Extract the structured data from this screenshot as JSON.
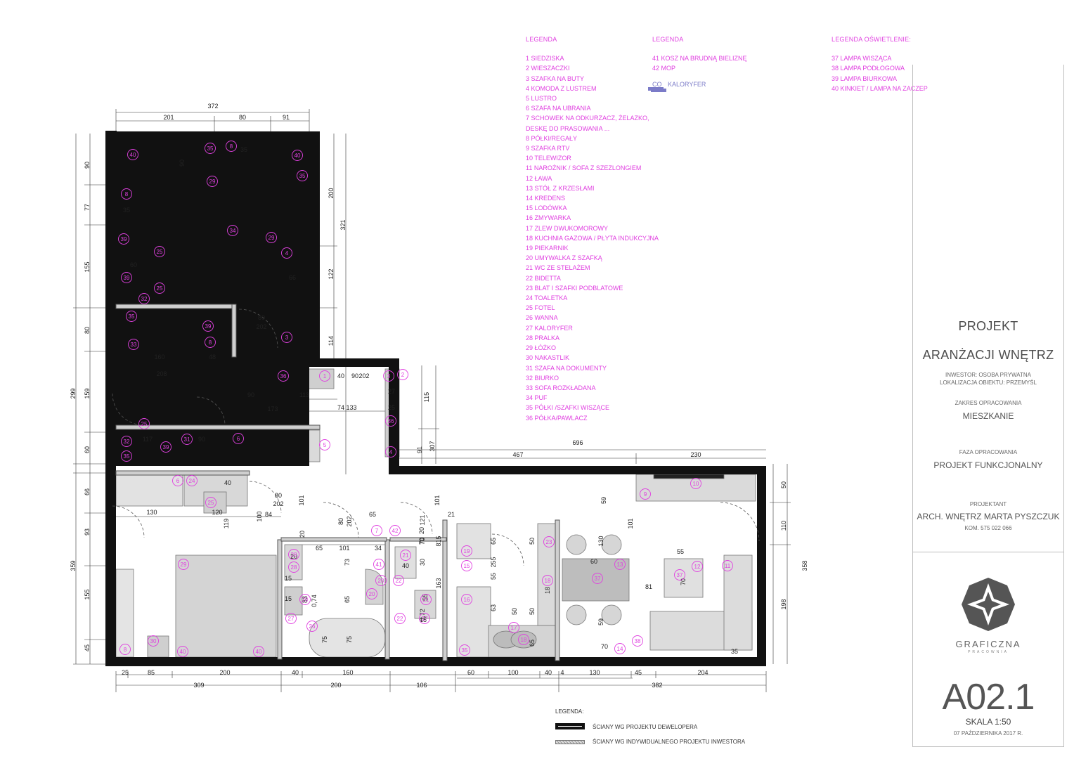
{
  "legend_rooms": {
    "heading": "LEGENDA",
    "items": [
      "1   SIEDZISKA",
      "2   WIESZACZKI",
      "3   SZAFKA NA BUTY",
      "4   KOMODA Z LUSTREM",
      "5   LUSTRO",
      "6   SZAFA NA UBRANIA",
      "7   SCHOWEK NA ODKURZACZ, ŻELAZKO,",
      "     DESKĘ DO PRASOWANIA ...",
      "8   PÓŁKI/REGAŁY",
      "9   SZAFKA RTV",
      "10 TELEWIZOR",
      "11 NAROŻNIK / SOFA Z SZEZLONGIEM",
      "12 ŁAWA",
      "13 STÓŁ Z KRZESŁAMI",
      "14 KREDENS",
      "15 LODÓWKA",
      "16 ZMYWARKA",
      "17 ZLEW DWUKOMOROWY",
      "18 KUCHNIA GAZOWA / PŁYTA INDUKCYJNA",
      "19 PIEKARNIK",
      "20 UMYWALKA Z SZAFKĄ",
      "21 WC ZE STELAŻEM",
      "22 BIDETTA",
      "23 BLAT I SZAFKI PODBLATOWE",
      "24 TOALETKA",
      "25 FOTEL",
      "26 WANNA",
      "27 KALORYFER",
      "28 PRALKA",
      "29 ŁÓŻKO",
      "30 NAKASTLIK",
      "31 SZAFA NA DOKUMENTY",
      "32 BIURKO",
      "33 SOFA ROZKŁADANA",
      "34 PUF",
      "35 PÓŁKI /SZAFKI WISZĄCE",
      "36 PÓŁKA/PAWLACZ"
    ]
  },
  "legend_extra": {
    "heading": "LEGENDA",
    "items": [
      "41  KOSZ NA BRUDNĄ BIELIZNĘ",
      "42  MOP"
    ],
    "co_code": "CO",
    "co_label": "KALORYFER"
  },
  "legend_lighting": {
    "heading": "LEGENDA OŚWIETLENIE:",
    "items": [
      "37 LAMPA WISZĄCA",
      "38 LAMPA PODŁOGOWA",
      "39 LAMPA BIURKOWA",
      "40 KINKIET / LAMPA NA ZACZEP"
    ]
  },
  "title_block": {
    "title_line1": "PROJEKT",
    "title_line2": "ARANŻACJI WNĘTRZ",
    "investor": "INWESTOR: OSOBA PRYWATNA",
    "location": "LOKALIZACJA OBIEKTU: PRZEMYŚL",
    "scope_label": "ZAKRES OPRACOWANIA",
    "scope_value": "MIESZKANIE",
    "phase_label": "FAZA OPRACOWANIA",
    "phase_value": "PROJEKT FUNKCJONALNY",
    "designer_label": "PROJEKTANT",
    "designer_value": "ARCH. WNĘTRZ MARTA PYSZCZUK",
    "phone": "KOM. 575 022 066",
    "logo_line1": "GRAFICZNA",
    "logo_line2": "PRACOWNIA",
    "sheet_code": "A02.1",
    "scale": "SKALA 1:50",
    "date": "07 PAŹDZIERNIKA 2017 R."
  },
  "bottom_legend": {
    "heading": "LEGENDA:",
    "walls_dev": "ŚCIANY WG PROJEKTU DEWELOPERA",
    "walls_inv": "ŚCIANY WG INDYWIDUALNEGO PROJEKTU INWESTORA"
  },
  "colors": {
    "accent": "#e040e0",
    "wall": "#111111",
    "furniture_fill": "#d4d4d4",
    "furniture_dark": "#b0b0b0",
    "dimension": "#333333",
    "radiator": "#7b7bc8"
  },
  "dimensions": {
    "top": [
      "372",
      "201",
      "80",
      "91"
    ],
    "left": [
      "90",
      "77",
      "155",
      "80",
      "159",
      "60",
      "66",
      "93",
      "155",
      "45",
      "299",
      "359"
    ],
    "right_upper": [
      "200",
      "321",
      "122",
      "114",
      "115",
      "307",
      "91"
    ],
    "right_lower": [
      "50",
      "110",
      "358",
      "198"
    ],
    "mid_top": [
      "696",
      "467",
      "230"
    ],
    "bottom": [
      "25",
      "85",
      "200",
      "40",
      "160",
      "60",
      "100",
      "40",
      "4",
      "130",
      "45",
      "204",
      "309",
      "200",
      "106",
      "382"
    ],
    "interior": [
      "90",
      "35",
      "35",
      "60",
      "66",
      "80",
      "202",
      "160",
      "48",
      "208",
      "90",
      "113",
      "40",
      "90",
      "202",
      "27",
      "25",
      "173",
      "74",
      "133",
      "117",
      "90",
      "40",
      "130",
      "120",
      "119",
      "100",
      "84",
      "80",
      "202",
      "101",
      "65",
      "80",
      "202",
      "121",
      "101",
      "21",
      "20",
      "70",
      "20",
      "15",
      "70",
      "815",
      "20",
      "65",
      "101",
      "34",
      "73",
      "83",
      "65",
      "75",
      "75",
      "55",
      "65",
      "30",
      "163",
      "40",
      "55",
      "50",
      "50",
      "15",
      "15",
      "0,74",
      "0,72",
      "63",
      "50",
      "60",
      "130",
      "59",
      "59",
      "101",
      "81",
      "55",
      "70",
      "70",
      "35",
      "18",
      "255",
      "65",
      "60"
    ]
  },
  "markers": [
    {
      "n": "40"
    },
    {
      "n": "35"
    },
    {
      "n": "8"
    },
    {
      "n": "40"
    },
    {
      "n": "35"
    },
    {
      "n": "29"
    },
    {
      "n": "8"
    },
    {
      "n": "34"
    },
    {
      "n": "29"
    },
    {
      "n": "39"
    },
    {
      "n": "25"
    },
    {
      "n": "39"
    },
    {
      "n": "25"
    },
    {
      "n": "32"
    },
    {
      "n": "4"
    },
    {
      "n": "35"
    },
    {
      "n": "39"
    },
    {
      "n": "8"
    },
    {
      "n": "33"
    },
    {
      "n": "3"
    },
    {
      "n": "36"
    },
    {
      "n": "1"
    },
    {
      "n": "3"
    },
    {
      "n": "2"
    },
    {
      "n": "36"
    },
    {
      "n": "4"
    },
    {
      "n": "25"
    },
    {
      "n": "32"
    },
    {
      "n": "39"
    },
    {
      "n": "31"
    },
    {
      "n": "6"
    },
    {
      "n": "35"
    },
    {
      "n": "5"
    },
    {
      "n": "6"
    },
    {
      "n": "24"
    },
    {
      "n": "25"
    },
    {
      "n": "29"
    },
    {
      "n": "8"
    },
    {
      "n": "30"
    },
    {
      "n": "40"
    },
    {
      "n": "40"
    },
    {
      "n": "28"
    },
    {
      "n": "28"
    },
    {
      "n": "20"
    },
    {
      "n": "27"
    },
    {
      "n": "26"
    },
    {
      "n": "7"
    },
    {
      "n": "42"
    },
    {
      "n": "41"
    },
    {
      "n": "20"
    },
    {
      "n": "20"
    },
    {
      "n": "21"
    },
    {
      "n": "22"
    },
    {
      "n": "21"
    },
    {
      "n": "22"
    },
    {
      "n": "27"
    },
    {
      "n": "19"
    },
    {
      "n": "15"
    },
    {
      "n": "16"
    },
    {
      "n": "17"
    },
    {
      "n": "18"
    },
    {
      "n": "35"
    },
    {
      "n": "23"
    },
    {
      "n": "18"
    },
    {
      "n": "13"
    },
    {
      "n": "37"
    },
    {
      "n": "14"
    },
    {
      "n": "38"
    },
    {
      "n": "9"
    },
    {
      "n": "10"
    },
    {
      "n": "11"
    },
    {
      "n": "12"
    },
    {
      "n": "37"
    }
  ]
}
